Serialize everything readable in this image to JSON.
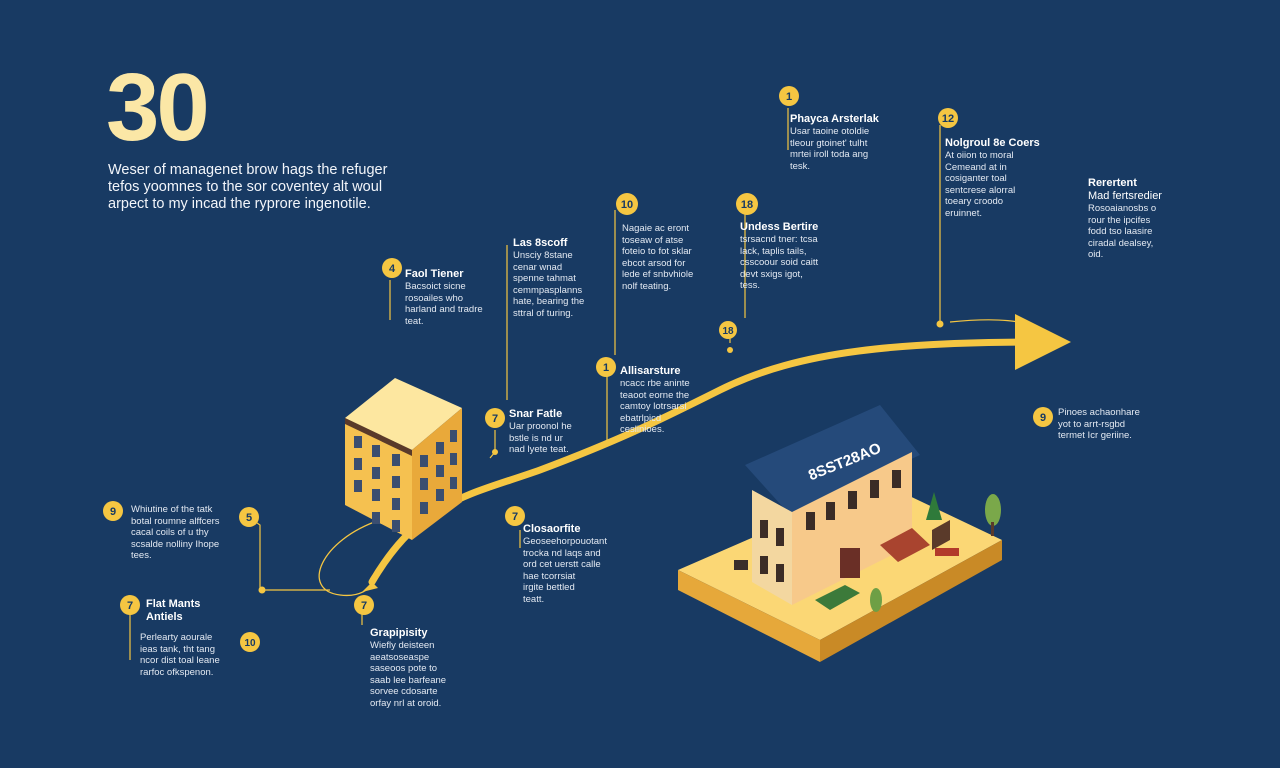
{
  "headline": {
    "number": "30",
    "lines": [
      "Weser of managenet brow hags the refuger",
      "tefos yoomnes to the sor coventey alt woul",
      "arpect to my incad the ryprore ingenotile."
    ]
  },
  "building_sign": "8SST28AO",
  "colors": {
    "background": "#183a63",
    "accent": "#f5c642",
    "badge_fill": "#f5c642",
    "headline": "#fbe7a6"
  },
  "steps": [
    {
      "badge": "4",
      "title": "Faol Tiener",
      "lines": [
        "Bacsoict sicne",
        "rosoailes who",
        "harland and tradre",
        "teat."
      ]
    },
    {
      "badge": "",
      "title": "Las 8scoff",
      "lines": [
        "Unsciy 8stane",
        "cenar wnad",
        "spenne tahmat",
        "cemmpasplanns",
        "hate, bearing the",
        "sttral of turing."
      ]
    },
    {
      "badge": "10",
      "title": "",
      "lines": [
        "Nagaie ac eront",
        "toseaw of atse",
        "foteio to fot sklar",
        "ebcot arsod for",
        "lede ef snbvhiole",
        "nolf teating."
      ]
    },
    {
      "badge": "18",
      "title": "Undess Bertire",
      "lines": [
        "tsrsacnd tner: tcsa",
        "lack, taplis tails,",
        "csscoour soid caitt",
        "devt sxigs igot,",
        "tess."
      ]
    },
    {
      "badge": "1",
      "title": "Phayca Arsterlak",
      "lines": [
        "Usar taoine otoldie",
        "tleour gtoinet' tulht",
        "mrtei iroll toda ang",
        "tesk."
      ]
    },
    {
      "badge": "12",
      "title": "Nolgroul 8e Coers",
      "lines": [
        "At oiion to moral",
        "Cemeand at in",
        "cosiganter toal",
        "sentcrese alorral",
        "toeary croodo",
        "eruinnet."
      ]
    },
    {
      "badge": "",
      "title": "Rerertent",
      "lines": [
        "Mad fertsredier",
        "Rosoaianosbs o",
        "rour the ipcifes",
        "fodd tso laasire",
        "ciradal dealsey,",
        "oid."
      ]
    },
    {
      "badge": "1",
      "title": "Allisarsture",
      "lines": [
        "ncacc rbe aninte",
        "teaoot eorne the",
        "camtoy lotrsarsi",
        "ebatrlpicd",
        "ceslinioes."
      ]
    },
    {
      "badge": "9",
      "title": "",
      "lines": [
        "Pinoes achaonhare",
        "yot to arrt-rsgbd",
        "termet Icr geriine."
      ]
    },
    {
      "badge": "7",
      "title": "Snar Fatle",
      "lines": [
        "Uar proonol he",
        "bstle is nd ur",
        "nad lyete teat."
      ]
    },
    {
      "badge": "5",
      "title": "",
      "lines": []
    },
    {
      "badge": "9",
      "title": "",
      "lines": [
        "Whiutine of the tatk",
        "botal roumne alffcers",
        "cacal coils of u thy",
        "scsalde nolliny Ihope",
        "tees."
      ]
    },
    {
      "badge": "7",
      "title": "Closaorfite",
      "lines": [
        "Geoseehorpouotant",
        "trocka nd laqs and",
        "ord cet uerstt calle",
        "hae tcorrsiat",
        "irgite bettled",
        "teatt."
      ]
    },
    {
      "badge": "7",
      "title": "Flat Mants",
      "lines": [
        "Antiels"
      ]
    },
    {
      "badge": "10",
      "title": "",
      "lines": [
        "Perlearty aourale",
        "ieas tank, tht tang",
        "ncor dist toal leane",
        "rarfoc ofkspenon."
      ]
    },
    {
      "badge": "7",
      "title": "Grapipisity",
      "lines": [
        "Wiefly deisteen",
        "aeatsoseaspe",
        "saseoos pote to",
        "saab lee barfeane",
        "sorvee cdosarte",
        "orfay nrl at oroid."
      ]
    }
  ]
}
